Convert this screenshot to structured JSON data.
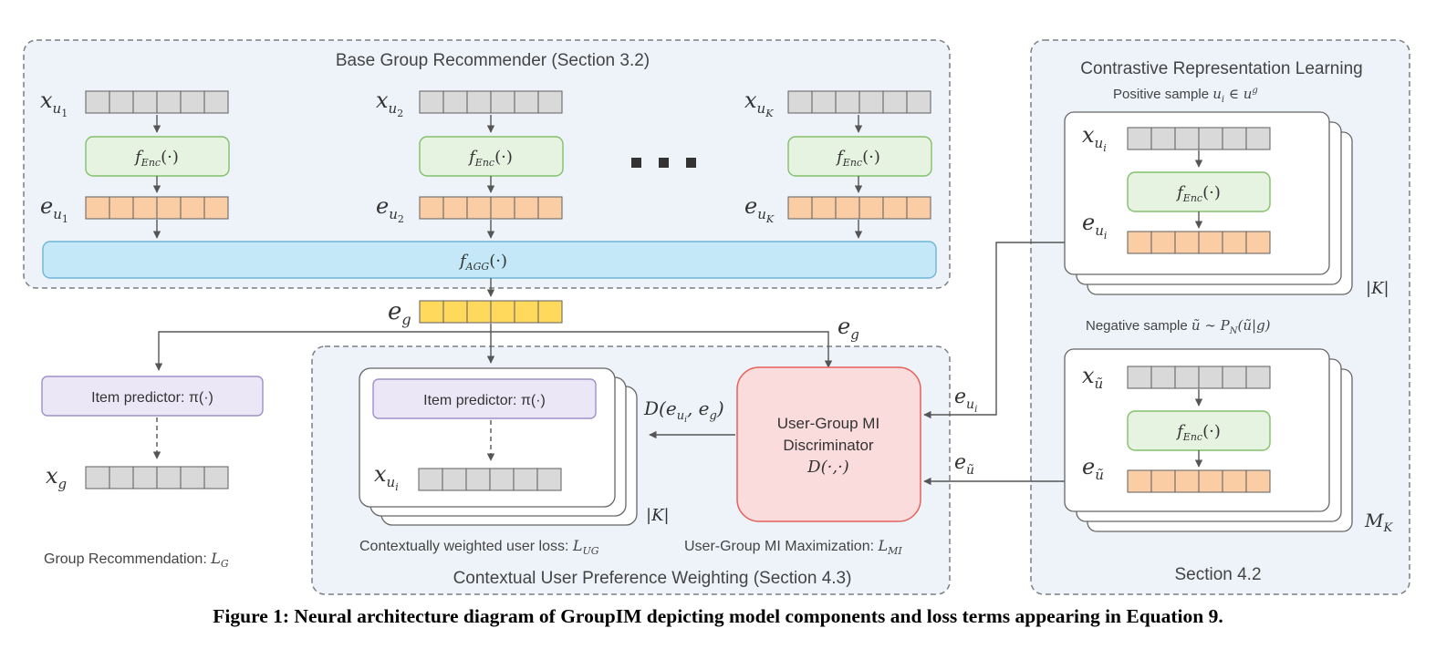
{
  "colors": {
    "panel_fill": "#eef3f9",
    "panel_border": "#7a7f86",
    "vector_grey": "#d9d9d9",
    "vector_orange": "#fbcda4",
    "vector_gold": "#ffd95c",
    "encoder_fill": "#e7f3e1",
    "encoder_border": "#82c06a",
    "aggregator_fill": "#c4e8f7",
    "aggregator_border": "#6fb6d6",
    "predictor_fill": "#ece7f7",
    "predictor_border": "#9f90cc",
    "discriminator_fill": "#fbdcdc",
    "discriminator_border": "#e6605c"
  },
  "base": {
    "title": "Base Group Recommender (Section 3.2)",
    "columns": [
      {
        "x_base": "x",
        "x_sub": "u",
        "x_subsub": "1",
        "enc": "f",
        "enc_sub": "Enc",
        "enc_arg": "(·)",
        "e_base": "e",
        "e_sub": "u",
        "e_subsub": "1"
      },
      {
        "x_base": "x",
        "x_sub": "u",
        "x_subsub": "2",
        "enc": "f",
        "enc_sub": "Enc",
        "enc_arg": "(·)",
        "e_base": "e",
        "e_sub": "u",
        "e_subsub": "2"
      },
      {
        "x_base": "x",
        "x_sub": "u",
        "x_subsub": "K",
        "enc": "f",
        "enc_sub": "Enc",
        "enc_arg": "(·)",
        "e_base": "e",
        "e_sub": "u",
        "e_subsub": "K"
      }
    ],
    "ellipsis_icon": "horizontal-ellipsis",
    "aggregator": {
      "f": "f",
      "sub": "AGG",
      "arg": "(·)"
    }
  },
  "group_embedding": {
    "base": "e",
    "sub": "g"
  },
  "eg_label": {
    "base": "e",
    "sub": "g"
  },
  "group_rec": {
    "predictor": "Item predictor: π(·)",
    "x_base": "x",
    "x_sub": "g",
    "loss_text": "Group Recommendation: ",
    "loss_math": "L",
    "loss_sub": "G"
  },
  "ctx": {
    "title": "Contextual User Preference Weighting (Section 4.3)",
    "predictor": "Item predictor: π(·)",
    "x_base": "x",
    "x_sub": "u",
    "x_subsub": "i",
    "stack_count": "|K|",
    "d_label_start": "D(e",
    "d_sub": "u",
    "d_subsub": "i",
    "d_label_end": ", e",
    "d_g": "g",
    "d_close": ")",
    "loss_text": "Contextually weighted user loss: ",
    "loss_math": "L",
    "loss_sub": "UG"
  },
  "disc": {
    "line1": "User-Group MI",
    "line2": "Discriminator",
    "line3": "D(·,·)",
    "e_ui_base": "e",
    "e_ui_sub": "u",
    "e_ui_subsub": "i",
    "e_ut_base": "e",
    "e_ut_sub": "ũ",
    "loss_text": "User-Group MI Maximization: ",
    "loss_math": "L",
    "loss_sub": "MI"
  },
  "contrastive": {
    "title": "Contrastive Representation Learning",
    "positive_text": "Positive sample ",
    "positive_math": "u",
    "positive_sub": "i",
    "positive_rest": " ∈ u",
    "positive_sup": "g",
    "negative_text": "Negative sample ",
    "negative_math": "ũ ∼ P",
    "negative_sub": "N",
    "negative_rest": "(ũ|g)",
    "pos_stack_count": "|K|",
    "neg_stack_count_base": "M",
    "neg_stack_count_sub": "K",
    "pos_x": {
      "base": "x",
      "sub": "u",
      "subsub": "i"
    },
    "pos_e": {
      "base": "e",
      "sub": "u",
      "subsub": "i"
    },
    "neg_x": {
      "base": "x",
      "sub": "ũ"
    },
    "neg_e": {
      "base": "e",
      "sub": "ũ"
    },
    "enc": {
      "f": "f",
      "sub": "Enc",
      "arg": "(·)"
    },
    "section": "Section 4.2"
  },
  "caption": "Figure 1: Neural architecture diagram of GroupIM depicting model components and loss terms appearing in Equation 9."
}
